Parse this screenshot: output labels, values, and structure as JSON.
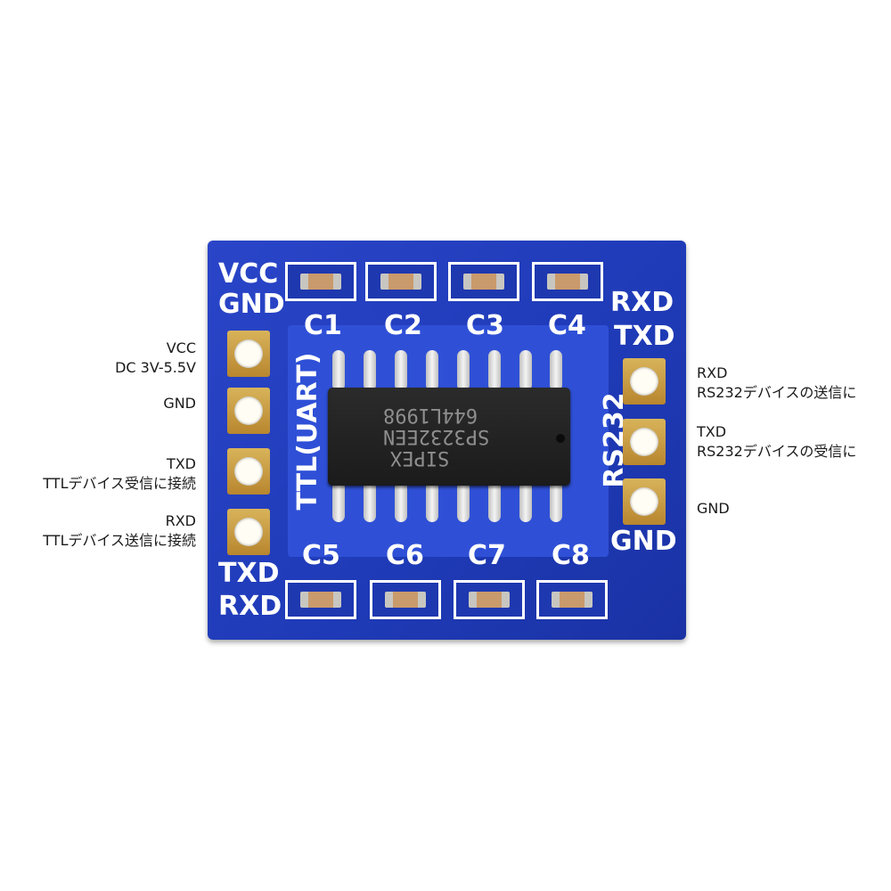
{
  "board": {
    "top_left_labels": [
      "VCC",
      "GND"
    ],
    "bottom_left_labels": [
      "TXD",
      "RXD"
    ],
    "top_right_labels": [
      "RXD",
      "TXD"
    ],
    "bottom_right_label": "GND",
    "left_vertical_label": "TTL(UART)",
    "right_vertical_label": "RS232",
    "capacitors_top": [
      "C1",
      "C2",
      "C3",
      "C4"
    ],
    "capacitors_bottom": [
      "C5",
      "C6",
      "C7",
      "C8"
    ],
    "chip_markings": [
      "SIPEX",
      "SP3232EEN",
      "644L1998"
    ]
  },
  "annotations_left": [
    {
      "line1": "VCC",
      "line2": "DC 3V-5.5V"
    },
    {
      "line1": "GND",
      "line2": ""
    },
    {
      "line1": "TXD",
      "line2": "TTLデバイス受信に接続"
    },
    {
      "line1": "RXD",
      "line2": "TTLデバイス送信に接続"
    }
  ],
  "annotations_right": [
    {
      "line1": "RXD",
      "line2": "RS232デバイスの送信に"
    },
    {
      "line1": "TXD",
      "line2": "RS232デバイスの受信に"
    },
    {
      "line1": "GND",
      "line2": ""
    }
  ],
  "colors": {
    "pcb_blue": "#1f3bb8",
    "silkscreen": "#ffffff",
    "pad_gold": "#c89a44",
    "chip_black": "#1b1b1b"
  }
}
